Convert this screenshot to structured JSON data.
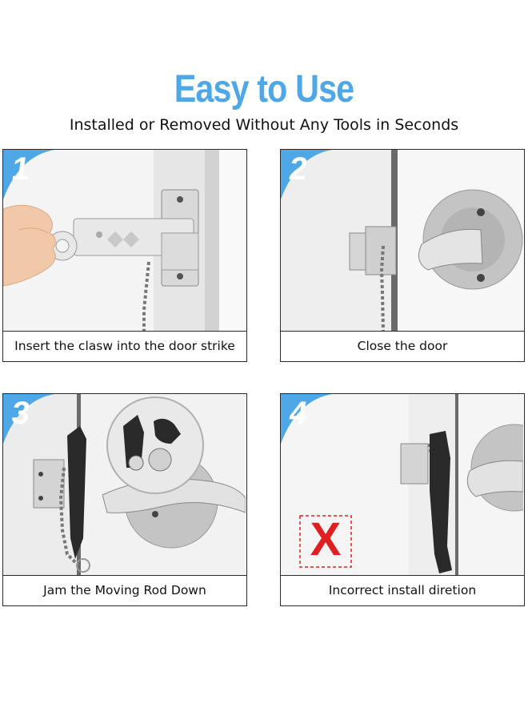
{
  "header": {
    "title": "Easy to Use",
    "subtitle": "Installed or Removed Without Any Tools in Seconds"
  },
  "colors": {
    "accent": "#4ea7e6",
    "incorrect_mark": "#e02020"
  },
  "steps": [
    {
      "number": "1",
      "caption": "Insert the clasw into the door strike"
    },
    {
      "number": "2",
      "caption": "Close the door"
    },
    {
      "number": "3",
      "caption": "Jam the Moving Rod Down"
    },
    {
      "number": "4",
      "caption": "Incorrect install diretion",
      "mark": "X",
      "mark_icon": "incorrect-x-icon"
    }
  ]
}
